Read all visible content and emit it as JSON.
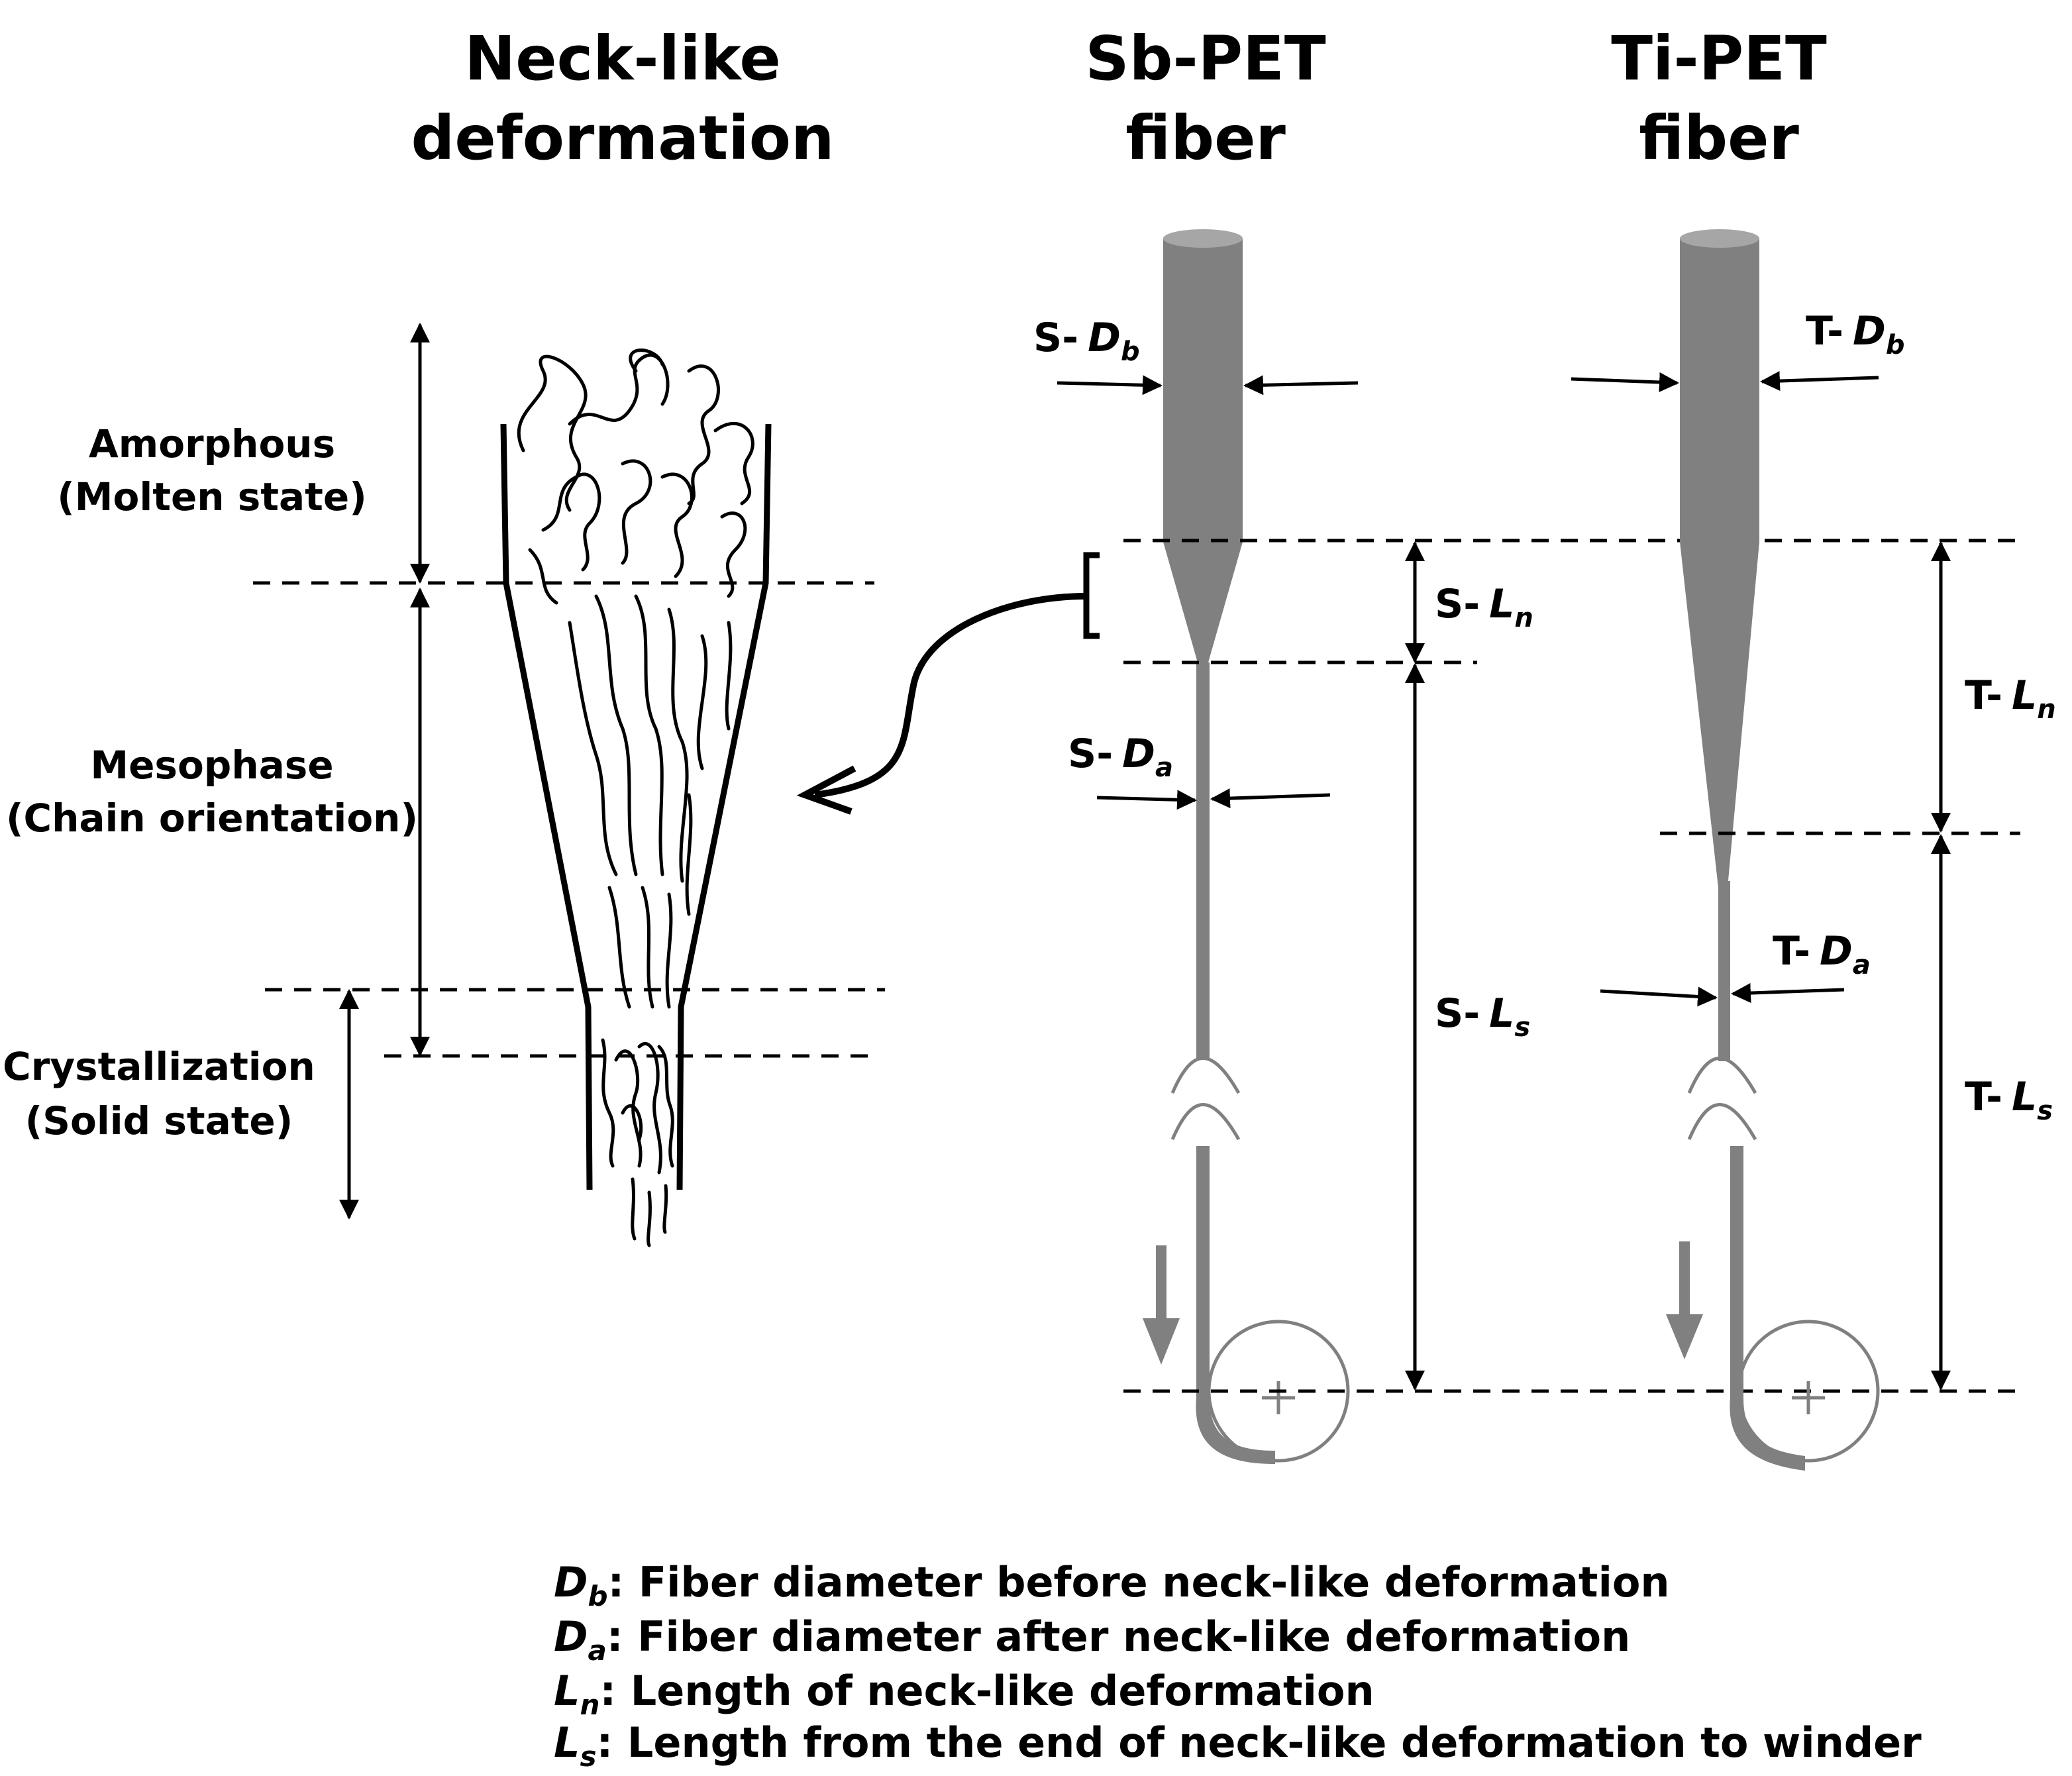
{
  "titles": {
    "neck": [
      "Neck-like",
      "deformation"
    ],
    "sb": [
      "Sb-PET",
      "fiber"
    ],
    "ti": [
      "Ti-PET",
      "fiber"
    ]
  },
  "phases": {
    "amorphous": [
      "Amorphous",
      "(Molten state)"
    ],
    "mesophase": [
      "Mesophase",
      "(Chain orientation)"
    ],
    "crystallization": [
      "Crystallization",
      "(Solid state)"
    ]
  },
  "dimensions": {
    "sb": {
      "prefix": "S-",
      "Db": {
        "main": "D",
        "sub": "b"
      },
      "Da": {
        "main": "D",
        "sub": "a"
      },
      "Ln": {
        "main": "L",
        "sub": "n"
      },
      "Ls": {
        "main": "L",
        "sub": "s"
      }
    },
    "ti": {
      "prefix": "T-",
      "Db": {
        "main": "D",
        "sub": "b"
      },
      "Da": {
        "main": "D",
        "sub": "a"
      },
      "Ln": {
        "main": "L",
        "sub": "n"
      },
      "Ls": {
        "main": "L",
        "sub": "s"
      }
    }
  },
  "legend": [
    {
      "main": "D",
      "sub": "b",
      "text": ": Fiber diameter before neck-like deformation"
    },
    {
      "main": "D",
      "sub": "a",
      "text": ": Fiber diameter after neck-like deformation"
    },
    {
      "main": "L",
      "sub": "n",
      "text": ": Length of neck-like deformation"
    },
    {
      "main": "L",
      "sub": "s",
      "text": ": Length from the end of neck-like deformation to winder"
    }
  ],
  "colors": {
    "fiber": "#808080",
    "fiber_top": "#a6a6a6",
    "line": "#000000",
    "winder": "#808080"
  }
}
